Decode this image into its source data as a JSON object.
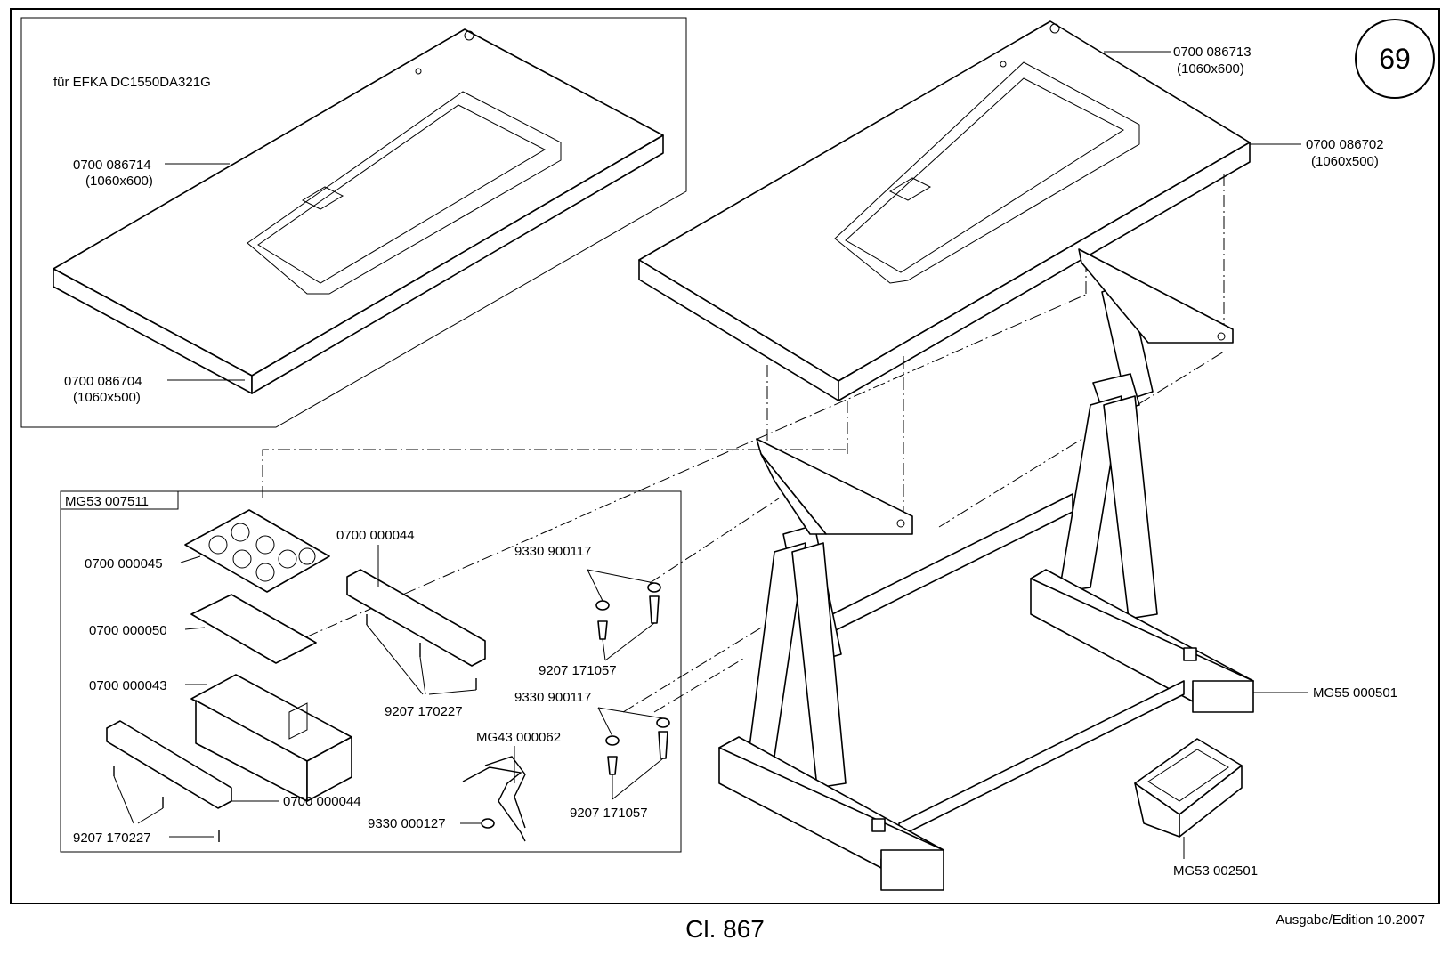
{
  "page": {
    "number": "69"
  },
  "inset_note": "für EFKA DC1550DA321G",
  "parts": {
    "top_upper_left": {
      "code": "0700 086714",
      "size": "(1060x600)"
    },
    "top_lower_left": {
      "code": "0700 086704",
      "size": "(1060x500)"
    },
    "top_upper_right": {
      "code": "0700 086713",
      "size": "(1060x600)"
    },
    "top_lower_right": {
      "code": "0700 086702",
      "size": "(1060x500)"
    },
    "stand": {
      "code": "MG55 000501"
    },
    "pedal": {
      "code": "MG53 002501"
    }
  },
  "drawer_kit": {
    "title": "MG53 007511",
    "items": {
      "tray_insert": "0700 000045",
      "mat": "0700 000050",
      "drawer": "0700 000043",
      "rail_top": "0700 000044",
      "rail_bottom": "0700 000044",
      "screws_top": "9207 170227",
      "screws_bottom": "9207 170227"
    }
  },
  "hardware": {
    "washer_upper": "9330 900117",
    "bolt_upper": "9207 171057",
    "washer_lower": "9330 900117",
    "bolt_lower": "9207 171057",
    "clip": "MG43 000062",
    "nut": "9330 000127"
  },
  "footer": {
    "title": "Cl. 867",
    "edition": "Ausgabe/Edition   10.2007"
  }
}
